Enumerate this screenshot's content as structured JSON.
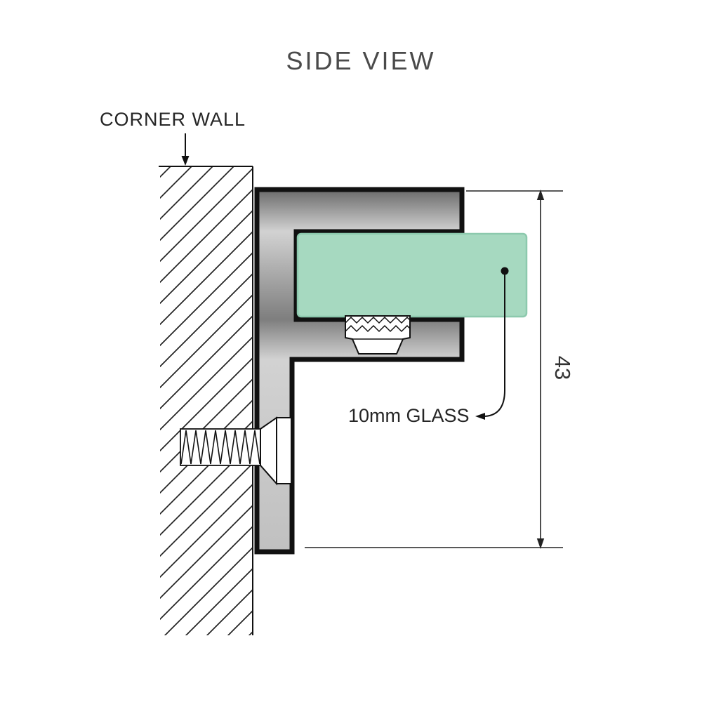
{
  "title": "SIDE VIEW",
  "diagram": {
    "wall_label": "CORNER WALL",
    "glass_label": "10mm GLASS",
    "dimension_value": "43"
  },
  "colors": {
    "glass_fill": "#a6d9c0",
    "glass_edge": "#8cc9ad",
    "outline": "#111111",
    "bracket_dark": "#6a6a6a",
    "bracket_light": "#d2d2d2",
    "bracket_mid": "#7e7e7e",
    "bracket_base": "#c0c0c0",
    "title_color": "#4a4a4a",
    "label_color": "#262626",
    "dimension_color": "#333333"
  }
}
